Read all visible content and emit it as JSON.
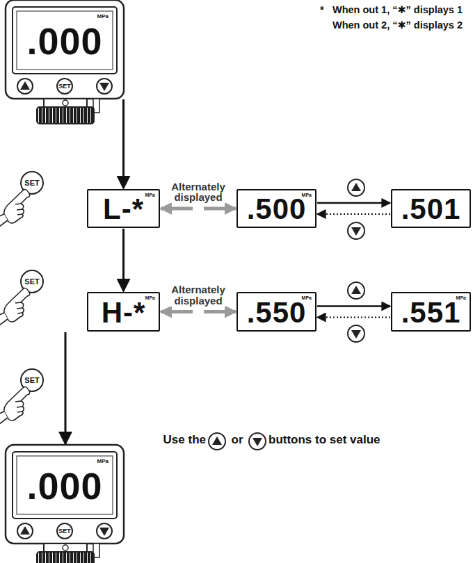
{
  "diagram": {
    "nodes": [
      {
        "text": [
          ".000",
          "MPa",
          "SET"
        ]
      },
      {
        "text": [
          "L-*",
          "MPa"
        ]
      },
      {
        "text": [
          ".500",
          "MPa"
        ]
      },
      {
        "text": [
          ".501"
        ]
      },
      {
        "text": [
          "H-*",
          "MPa"
        ]
      },
      {
        "text": [
          ".550",
          "MPa"
        ]
      },
      {
        "text": [
          ".551",
          "MPa"
        ]
      },
      {
        "text": [
          ".000",
          "MPa",
          "SET"
        ]
      }
    ],
    "edges": [
      {
        "from": 0,
        "to": 1,
        "arrow": "to"
      },
      {
        "from": 1,
        "to": 2,
        "arrow": "both",
        "label": "Alternately displayed"
      },
      {
        "from": 2,
        "to": 3,
        "arrow": "to"
      },
      {
        "from": 3,
        "to": 2,
        "arrow": "to"
      },
      {
        "from": 1,
        "to": 4,
        "arrow": "to"
      },
      {
        "from": 4,
        "to": 5,
        "arrow": "both",
        "label": "Alternately displayed"
      },
      {
        "from": 5,
        "to": 6,
        "arrow": "to"
      },
      {
        "from": 6,
        "to": 5,
        "arrow": "to"
      },
      {
        "from": 4,
        "to": 7,
        "arrow": "to"
      }
    ],
    "labels": [
      "*",
      "When out 1, “✱” displays 1",
      "When out 2, “✱” displays 2",
      "SET",
      "SET",
      "SET",
      "Use the",
      "or",
      "buttons to set value"
    ]
  }
}
